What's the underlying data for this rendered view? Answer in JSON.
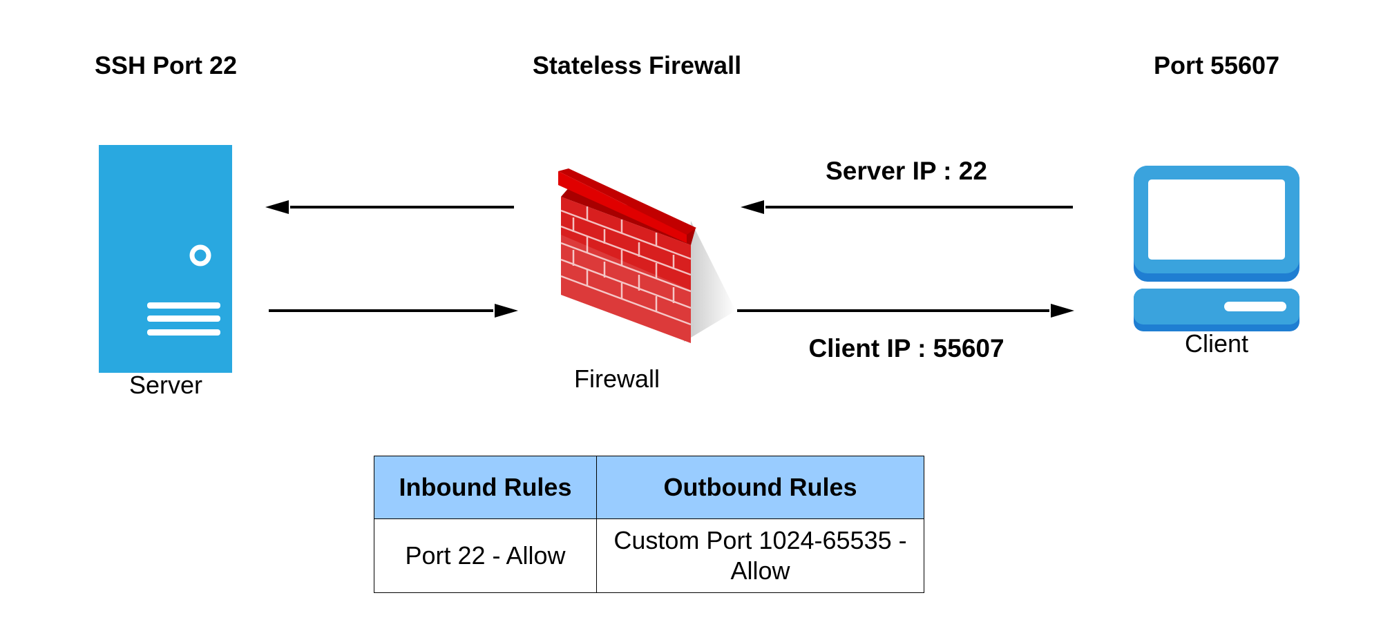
{
  "headings": {
    "left": "SSH Port 22",
    "center": "Stateless Firewall",
    "right": "Port 55607"
  },
  "nodes": {
    "server": {
      "label": "Server",
      "icon": "server-icon",
      "color": "#29a8e0"
    },
    "firewall": {
      "label": "Firewall",
      "icon": "brick-wall-icon",
      "color": "#d90000"
    },
    "client": {
      "label": "Client",
      "icon": "desktop-computer-icon",
      "color": "#3aa3dd"
    }
  },
  "arrows": {
    "top_right_label": "Server IP : 22",
    "bottom_right_label": "Client IP : 55607"
  },
  "rules_table": {
    "headers": [
      "Inbound Rules",
      "Outbound Rules"
    ],
    "rows": [
      [
        "Port 22 - Allow",
        "Custom Port 1024-65535 - Allow"
      ]
    ],
    "header_color": "#99ccff"
  }
}
